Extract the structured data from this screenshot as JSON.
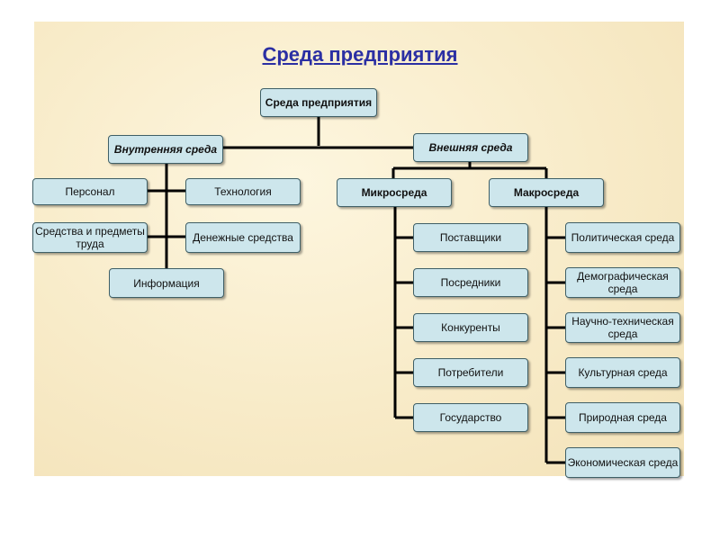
{
  "title": "Среда предприятия",
  "root": "Среда предприятия",
  "internal": {
    "label": "Внутренняя среда",
    "items": [
      "Персонал",
      "Технология",
      "Средства и предметы труда",
      "Денежные средства",
      "Информация"
    ]
  },
  "external": {
    "label": "Внешняя среда",
    "micro": {
      "label": "Микросреда",
      "items": [
        "Поставщики",
        "Посредники",
        "Конкуренты",
        "Потребители",
        "Государство"
      ]
    },
    "macro": {
      "label": "Макросреда",
      "items": [
        "Политическая среда",
        "Демографическая среда",
        "Научно-техническая среда",
        "Культурная среда",
        "Природная среда",
        "Экономическая среда"
      ]
    }
  }
}
